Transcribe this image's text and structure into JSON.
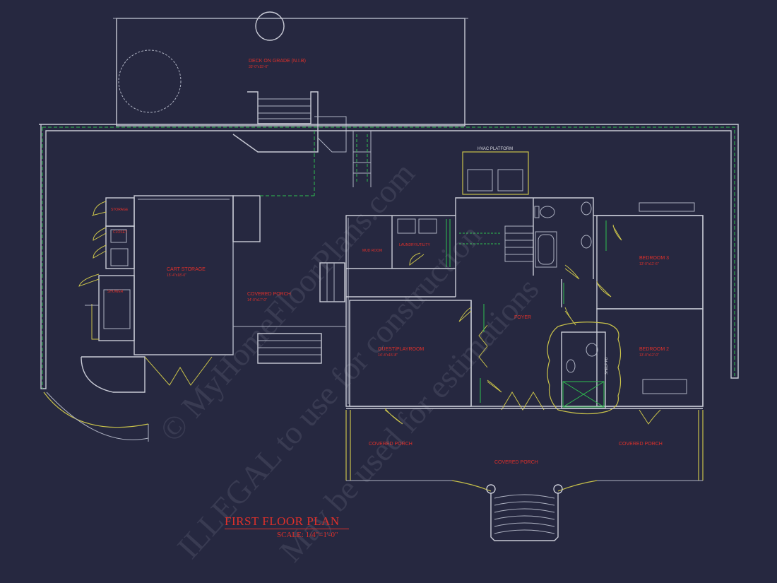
{
  "plan": {
    "title": "FIRST FLOOR PLAN",
    "scale": "SCALE: 1/4\"=1'-0\""
  },
  "rooms": {
    "deck": {
      "name": "DECK ON GRADE (N.I.B)",
      "dim": "33'-0\"x15'-0\""
    },
    "storage": {
      "name": "STORAGE"
    },
    "closet": {
      "name": "CLOSET"
    },
    "shower": {
      "name": "SHOWER"
    },
    "cart_storage": {
      "name": "CART STORAGE",
      "dim": "15'-4\"x18'-0\""
    },
    "covered_porch_side": {
      "name": "COVERED PORCH",
      "dim": "14'-0\"x17'-0\""
    },
    "mud_room": {
      "name": "MUD ROOM"
    },
    "laundry": {
      "name": "LAUNDRY/UTILITY"
    },
    "hvac": {
      "name": "HVAC PLATFORM"
    },
    "foyer": {
      "name": "FOYER"
    },
    "guest": {
      "name": "GUEST/PLAYROOM",
      "dim": "14'-4\"x15'-8\""
    },
    "bedroom3": {
      "name": "BEDROOM 3",
      "dim": "13'-0\"x11'-6\""
    },
    "bedroom2": {
      "name": "BEDROOM 2",
      "dim": "13'-0\"x12'-0\""
    },
    "shelf": {
      "name": "SHELF PD"
    },
    "porch_left": {
      "name": "COVERED PORCH"
    },
    "porch_center": {
      "name": "COVERED PORCH"
    },
    "porch_right": {
      "name": "COVERED PORCH"
    }
  },
  "watermark": {
    "line1": "© MyHomeFloorPlans.com",
    "line2": "ILLEGAL to use for construction",
    "line3": "May be used for estimations"
  },
  "colors": {
    "background": "#262840",
    "walls": "#c9cbd6",
    "lines": "#c9c24a",
    "hidden": "#2fbf4f",
    "labels": "#e0302a"
  }
}
